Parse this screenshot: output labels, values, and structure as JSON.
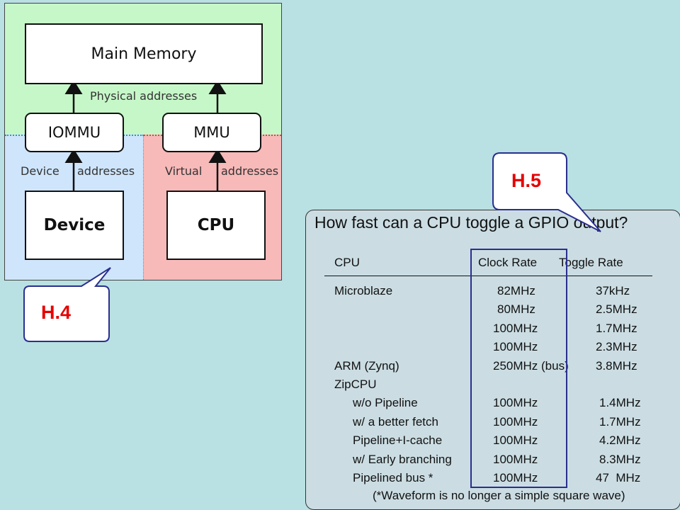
{
  "diagram": {
    "main_memory": "Main Memory",
    "physical_addresses": "Physical addresses",
    "iommu": "IOMMU",
    "mmu": "MMU",
    "device_label": "Device",
    "device_addresses": "addresses",
    "virtual_label": "Virtual",
    "virtual_addresses": "addresses",
    "device_box": "Device",
    "cpu_box": "CPU",
    "colors": {
      "physical": "#c6f7c8",
      "device": "#cfe5fb",
      "virtual": "#f8b9b9"
    }
  },
  "callouts": {
    "h4": "H.4",
    "h5": "H.5",
    "color": "#e60000"
  },
  "table": {
    "title": "How fast can a CPU toggle a GPIO output?",
    "headers": [
      "CPU",
      "Clock Rate",
      "Toggle Rate"
    ],
    "rows": [
      {
        "cpu": "Microblaze",
        "clock": "82MHz",
        "toggle": "37kHz"
      },
      {
        "cpu": "",
        "clock": "80MHz",
        "toggle": "2.5MHz"
      },
      {
        "cpu": "",
        "clock": "100MHz",
        "toggle": "1.7MHz"
      },
      {
        "cpu": "",
        "clock": "100MHz",
        "toggle": "2.3MHz"
      },
      {
        "cpu": "ARM (Zynq)",
        "clock": "250MHz (bus)",
        "toggle": "3.8MHz"
      },
      {
        "cpu": "ZipCPU",
        "clock": "",
        "toggle": ""
      },
      {
        "cpu": "w/o Pipeline",
        "clock": "100MHz",
        "toggle": "1.4MHz"
      },
      {
        "cpu": "w/ a better fetch",
        "clock": "100MHz",
        "toggle": "1.7MHz"
      },
      {
        "cpu": "Pipeline+I-cache",
        "clock": "100MHz",
        "toggle": "4.2MHz"
      },
      {
        "cpu": "w/ Early branching",
        "clock": "100MHz",
        "toggle": "8.3MHz"
      },
      {
        "cpu": "Pipelined bus *",
        "clock": "100MHz",
        "toggle": "47  MHz"
      }
    ],
    "footnote": "(*Waveform is no longer a simple square wave)"
  }
}
